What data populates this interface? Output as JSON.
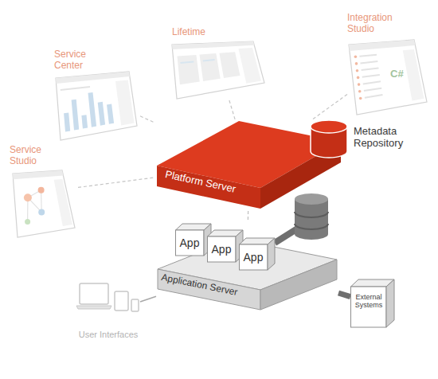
{
  "diagram": {
    "nodes": [
      {
        "text": [
          "Service Studio"
        ]
      },
      {
        "text": [
          "Service Center"
        ]
      },
      {
        "text": [
          "Lifetime"
        ]
      },
      {
        "text": [
          "Integration Studio"
        ]
      },
      {
        "text": [
          "Platform Server"
        ]
      },
      {
        "text": [
          "Metadata Repository"
        ]
      },
      {
        "text": [
          "Application Server"
        ]
      },
      {
        "text": [
          "App"
        ],
        "in": 6
      },
      {
        "text": [
          "App"
        ],
        "in": 6
      },
      {
        "text": [
          "App"
        ],
        "in": 6
      },
      {
        "text": [
          "External Systems"
        ]
      },
      {
        "text": [
          "User Interfaces"
        ]
      }
    ],
    "edges": [
      {
        "from": 0,
        "to": 4,
        "arrow": "none"
      },
      {
        "from": 1,
        "to": 4,
        "arrow": "none"
      },
      {
        "from": 2,
        "to": 4,
        "arrow": "none"
      },
      {
        "from": 3,
        "to": 4,
        "arrow": "none"
      },
      {
        "from": 4,
        "to": 6,
        "arrow": "none"
      },
      {
        "from": 6,
        "to": 10,
        "arrow": "none"
      },
      {
        "from": 11,
        "to": 6,
        "arrow": "none"
      }
    ],
    "labels": [
      "C#"
    ]
  }
}
